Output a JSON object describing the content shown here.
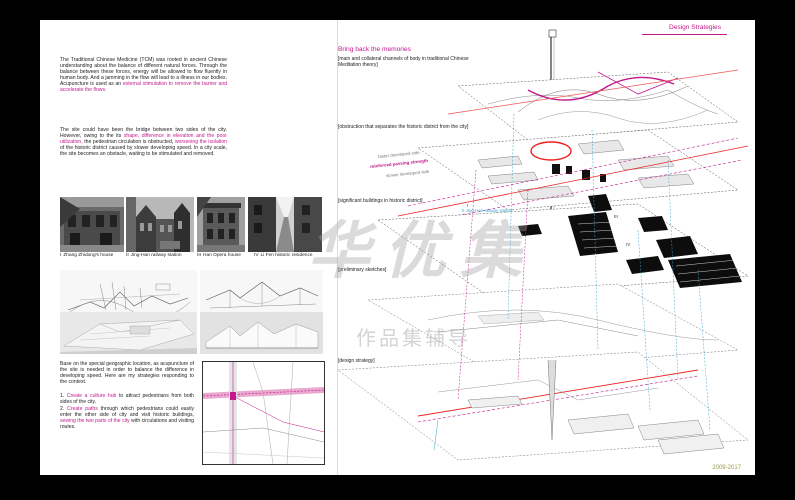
{
  "header": {
    "title": "Design Strategies"
  },
  "left": {
    "para1": [
      {
        "t": "The Traditional Chinese Medicine (TCM) was rooted in ancient Chinese understanding about the balance of different natural forces. Through the balance between these forces, energy will be allowed to flow fluently in human body. And a jamming in the flow will lead to a illness in our bodies. Acupuncture is used as an ",
        "hl": false
      },
      {
        "t": "external stimulation to remove the barrier and accelerate the flows.",
        "hl": true
      }
    ],
    "para2": [
      {
        "t": "The site could have been the bridge between two sides of the city. However, owing to the its ",
        "hl": false
      },
      {
        "t": "shape, difference in elevation and the poor utilization,",
        "hl": true
      },
      {
        "t": " the pedestrian circulation is obstructed, ",
        "hl": false
      },
      {
        "t": "worsening the isolation",
        "hl": true
      },
      {
        "t": " of the historic district caused by slower developing speed. In a city scale, the site becomes an obstacle, waiting to be stimulated and removed.",
        "hl": false
      }
    ],
    "photos": [
      {
        "num": "I",
        "label": "Zhang Zhidong's house"
      },
      {
        "num": "II",
        "label": "Jing-Han railway station"
      },
      {
        "num": "III",
        "label": "Han Opera house"
      },
      {
        "num": "IV",
        "label": "Li Fen historic residence"
      }
    ],
    "para3": [
      {
        "t": "Base on the special geographic location, as acupuncture of the site is needed in order to balance the difference in developing speed. Here are my strategies responding to the context.",
        "hl": false
      }
    ],
    "para4": [
      {
        "t": "1. ",
        "hl": false
      },
      {
        "t": "Create a culture hub",
        "hl": true
      },
      {
        "t": " to attract pedestrians from both sides of the city.",
        "hl": false
      }
    ],
    "para5": [
      {
        "t": "2. ",
        "hl": false
      },
      {
        "t": "Create paths",
        "hl": true
      },
      {
        "t": " through which pedestrians could easily enter the other side of city and visit historic buildings, ",
        "hl": false
      },
      {
        "t": "sewing the two parts of the city",
        "hl": true
      },
      {
        "t": " with circulations and visiting routes.",
        "hl": false
      }
    ]
  },
  "diagram": {
    "title": "Bring back the memories",
    "labels": {
      "meridian": "[main and collateral channels of body in traditional Chinese Meditation theory]",
      "obstruction": "[obstruction that separates the historic district from the city]",
      "faster": "faster developed side",
      "passing": "reinforced passing strength",
      "slower": "slower developed side",
      "significant": "[significant buildings in historic district]",
      "railway": "II Jing-Han railway station",
      "sketches": "[preliminary sketches]",
      "strategy": "[design strategy]"
    },
    "numerals": [
      "I",
      "III",
      "IV"
    ]
  },
  "watermark": {
    "main": "华优集",
    "sub": "作品集辅导"
  },
  "footer": {
    "years": "2009-2017"
  }
}
